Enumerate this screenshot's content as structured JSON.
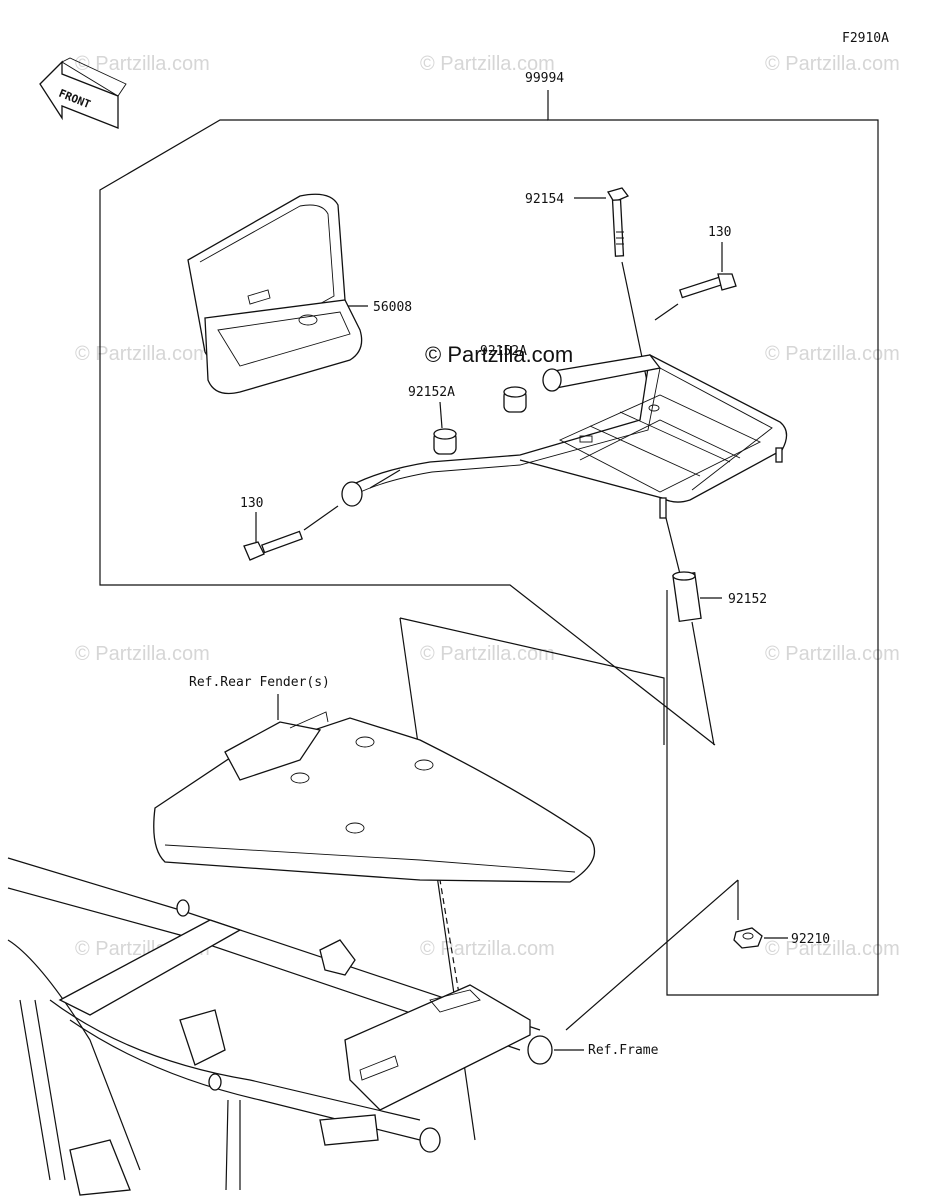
{
  "figure_code": "F2910A",
  "front_label": "FRONT",
  "watermark_text": "© Partzilla.com",
  "parts": {
    "kit": "99994",
    "bolt_long": "92154",
    "bolt_top": "130",
    "box": "56008",
    "collar_top": "92152A",
    "collar_mid": "92152A",
    "bolt_left": "130",
    "collar_long": "92152",
    "nut": "92210"
  },
  "refs": {
    "fender": "Ref.Rear Fender(s)",
    "frame": "Ref.Frame"
  },
  "colors": {
    "line": "#111111",
    "watermark": "#d6d6d6"
  }
}
